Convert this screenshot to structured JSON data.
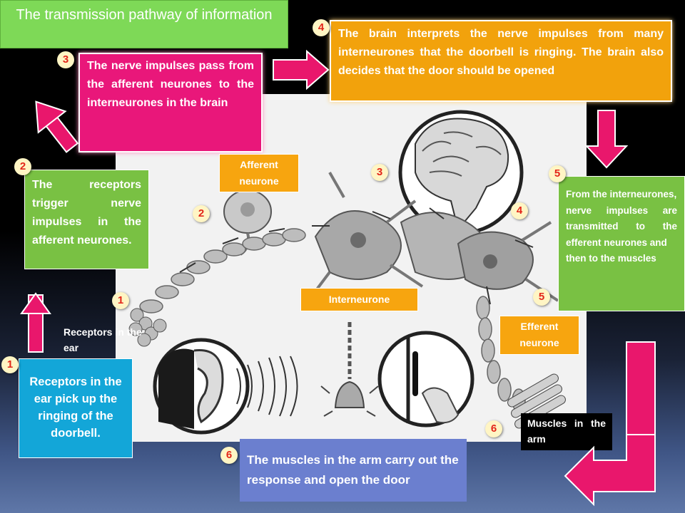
{
  "title": "The transmission pathway of information",
  "steps": {
    "s1": "Receptors in the ear pick up the ringing of the doorbell.",
    "s2": "The receptors trigger nerve impulses in the afferent neurones.",
    "s3": "The nerve impulses pass from the afferent neurones to the interneurones in the brain",
    "s4": "The brain interprets the nerve impulses from many interneurones that the doorbell is ringing. The brain also decides that the door should be opened",
    "s5a": "From the interneurones,",
    "s5b": "nerve impulses are transmitted to the efferent neurones and",
    "s5c": "then to the muscles",
    "s6": "The muscles in the arm carry out the response and open the door"
  },
  "labels": {
    "afferent": "Afferent neurone",
    "interneurone": "Interneurone",
    "efferent": "Efferent neurone",
    "receptors_ear": "Receptors in the ear",
    "muscles_arm": "Muscles in the arm"
  },
  "numbers": [
    "1",
    "2",
    "3",
    "4",
    "5",
    "6"
  ],
  "colors": {
    "pink": "#e9177a",
    "orange": "#f2a20c",
    "green": "#79c143",
    "blue": "#13a6d8",
    "purple": "#6b7fcf",
    "title_green": "#7ed957",
    "number_text": "#e3261a",
    "number_bg": "#fff5c4"
  }
}
